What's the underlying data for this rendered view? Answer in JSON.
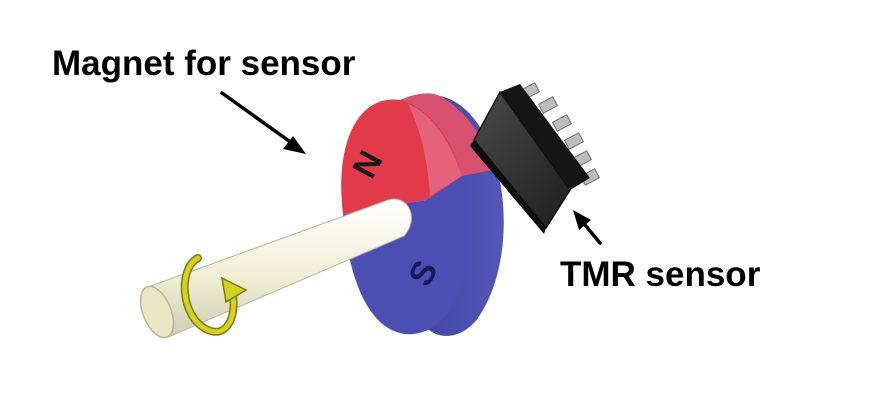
{
  "labels": {
    "magnet": "Magnet for sensor",
    "tmr": "TMR sensor"
  },
  "poles": {
    "north": "N",
    "south": "S"
  },
  "colors": {
    "north_pole": "#e23a4a",
    "north_pole_light": "#e56a86",
    "south_pole": "#4b4fb3",
    "south_pole_dark": "#3a3d96",
    "shaft": "#f3f1dc",
    "rotation_arrow": "#d4d21e",
    "sensor_body": "#2b2b2b",
    "sensor_pin": "#b8b8b8"
  },
  "icons": {
    "rotation": "rotation-arrow-icon",
    "pointer": "arrow-icon"
  }
}
